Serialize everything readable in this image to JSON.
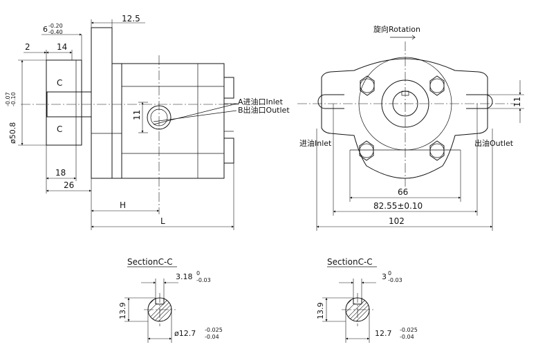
{
  "side_view": {
    "flange_thickness": "12.5",
    "pilot_depth": {
      "value": "6",
      "upper": "-0.20",
      "lower": "-0.40"
    },
    "key_offset": "2",
    "key_length": "14",
    "pilot_diameter": {
      "value": "ø50.8",
      "upper": "-0.07",
      "lower": "-0.10"
    },
    "section_mark": "C",
    "port_offset": "11",
    "collar_length": "18",
    "shaft_length": "26",
    "port_position": "H",
    "total_length": "L",
    "port_a": "A进油口Inlet",
    "port_b": "B出油口Outlet"
  },
  "front_view": {
    "rotation": "旋向Rotation",
    "slot_width": "11",
    "inlet": "进油Inlet",
    "outlet": "出油Outlet",
    "port_spacing": "66",
    "bolt_center_distance": "82.55±0.10",
    "flange_width": "102"
  },
  "section_left": {
    "title": "SectionC-C",
    "key_width": {
      "value": "3.18",
      "upper": "0",
      "lower": "-0.03"
    },
    "height": "13.9",
    "diameter": {
      "value": "ø12.7",
      "upper": "-0.025",
      "lower": "-0.04"
    }
  },
  "section_right": {
    "title": "SectionC-C",
    "key_width": {
      "value": "3",
      "upper": "0",
      "lower": "-0.03"
    },
    "height": "13.9",
    "diameter": {
      "value": "12.7",
      "upper": "-0.025",
      "lower": "-0.04"
    }
  }
}
